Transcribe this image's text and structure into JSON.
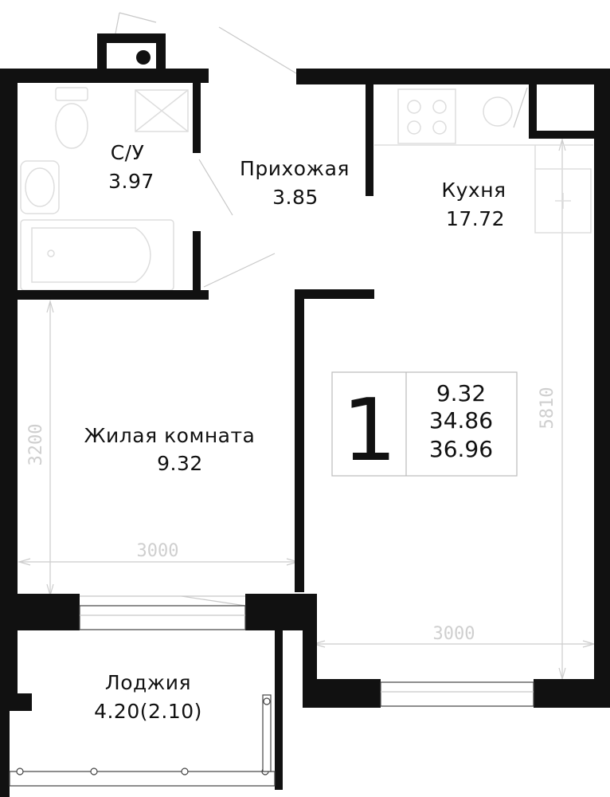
{
  "rooms": {
    "bathroom": {
      "name": "С/У",
      "area": "3.97"
    },
    "hallway": {
      "name": "Прихожая",
      "area": "3.85"
    },
    "kitchen": {
      "name": "Кухня",
      "area": "17.72"
    },
    "living": {
      "name": "Жилая комната",
      "area": "9.32"
    },
    "loggia": {
      "name": "Лоджия",
      "area": "4.20(2.10)"
    }
  },
  "summary": {
    "rooms_count": "1",
    "living_area": "9.32",
    "total_area": "34.86",
    "total_with_loggia": "36.96"
  },
  "dimensions": {
    "living_height": "3200",
    "living_width": "3000",
    "kitchen_height": "5810",
    "kitchen_width": "3000"
  },
  "colors": {
    "walls": "#111111",
    "dimensions": "#cccccc",
    "fixtures": "#dddddd"
  }
}
